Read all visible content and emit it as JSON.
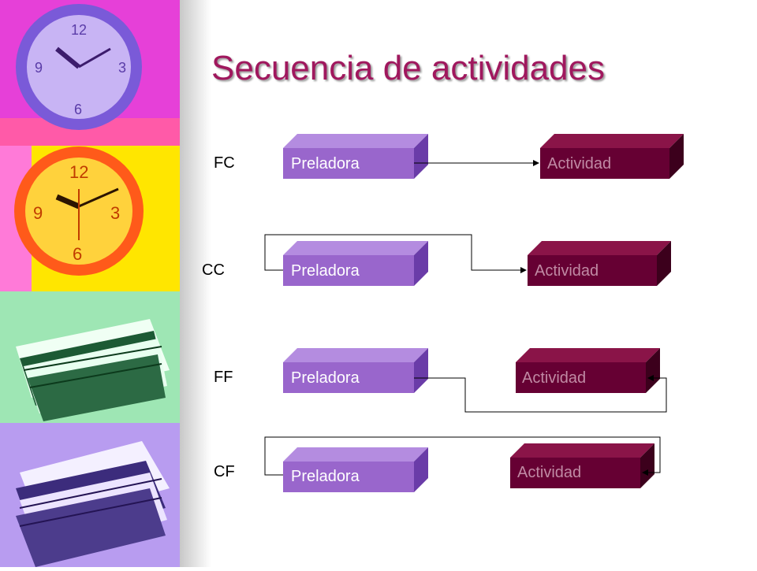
{
  "title": "Secuencia de actividades",
  "colors": {
    "title": "#a0185e",
    "predecessor_box": "#9966cc",
    "activity_box": "#660033"
  },
  "rows": [
    {
      "label": "FC",
      "predecessor": "Preladora",
      "activity": "Actividad"
    },
    {
      "label": "CC",
      "predecessor": "Preladora",
      "activity": "Actividad"
    },
    {
      "label": "FF",
      "predecessor": "Preladora",
      "activity": "Actividad"
    },
    {
      "label": "CF",
      "predecessor": "Preladora",
      "activity": "Actividad"
    }
  ]
}
